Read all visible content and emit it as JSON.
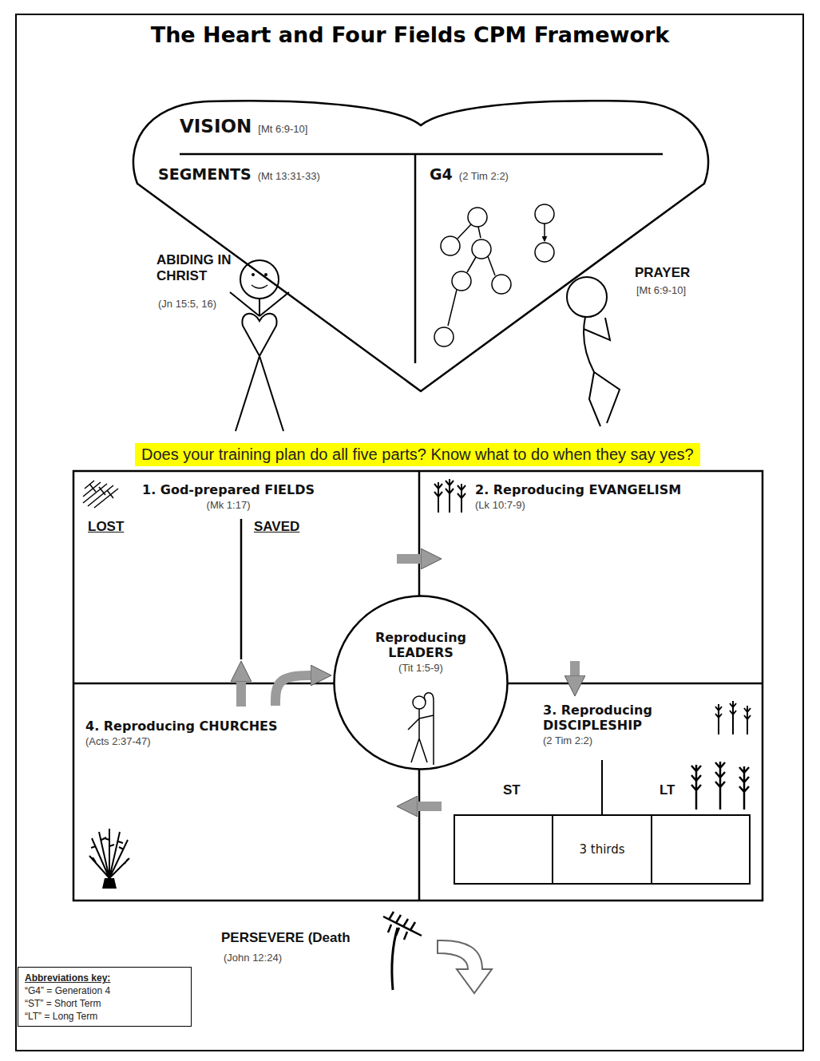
{
  "diagram": {
    "title": "The Heart and Four Fields CPM Framework",
    "nodes": [
      {
        "text": [
          "VISION",
          "[Mt 6:9-10]"
        ]
      },
      {
        "text": [
          "SEGMENTS",
          "(Mt 13:31-33)"
        ],
        "in": 0
      },
      {
        "text": [
          "G4",
          "(2 Tim 2:2)"
        ],
        "in": 0
      },
      {
        "text": [
          "Does your training plan do all five parts? Know what to do when they say yes?"
        ]
      },
      {
        "text": [
          "1. God-prepared FIELDS",
          "(Mk 1:17)"
        ]
      },
      {
        "text": [
          "2. Reproducing EVANGELISM",
          "(Lk 10:7-9)"
        ]
      },
      {
        "text": [
          "Reproducing LEADERS",
          "(Tit 1:5-9)"
        ]
      },
      {
        "text": [
          "4. Reproducing CHURCHES",
          "(Acts 2:37-47)"
        ]
      },
      {
        "text": [
          "3. Reproducing DISCIPLESHIP",
          "(2 Tim 2:2)"
        ]
      },
      {
        "text": [
          "3 thirds"
        ],
        "in": 8
      },
      {
        "text": [
          "Abbreviations key:",
          "“G4” = Generation 4",
          "“ST” = Short Term",
          "“LT” = Long Term"
        ]
      }
    ],
    "edges": [
      {
        "from": 4,
        "to": 5,
        "arrow": "to"
      },
      {
        "from": 5,
        "to": 8,
        "arrow": "to"
      },
      {
        "from": 8,
        "to": 7,
        "arrow": "to"
      },
      {
        "from": 7,
        "to": 4,
        "arrow": "to"
      },
      {
        "from": 7,
        "to": 6,
        "arrow": "to"
      }
    ],
    "labels": [
      "ABIDING IN CHRIST",
      "(Jn 15:5, 16)",
      "PRAYER",
      "[Mt 6:9-10]",
      "LOST",
      "SAVED",
      "ST",
      "LT",
      "PERSEVERE (Death",
      "(John 12:24)"
    ]
  }
}
